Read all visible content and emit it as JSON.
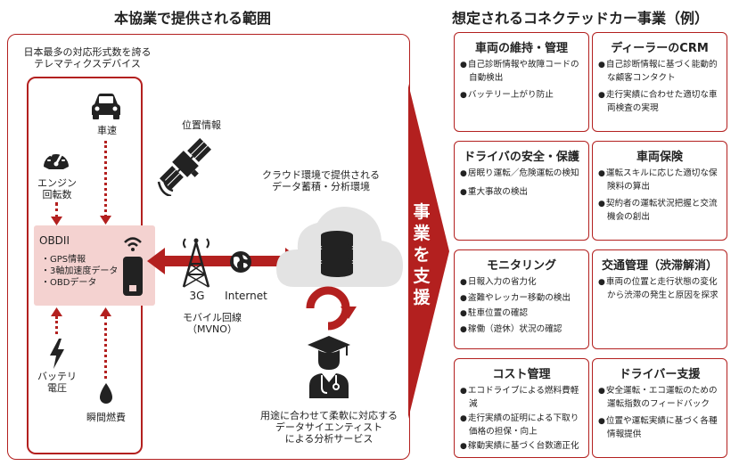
{
  "left_heading": "本協業で提供される範囲",
  "right_heading": "想定されるコネクテッドカー事業（例）",
  "device_note": [
    "日本最多の対応形式数を誇る",
    "テレマティクスデバイス"
  ],
  "sensors": {
    "speed": "車速",
    "engine": [
      "エンジン",
      "回転数"
    ],
    "battery": [
      "バッテリ",
      "電圧"
    ],
    "fuel": "瞬間燃費"
  },
  "obd": {
    "title": "OBDII",
    "items": [
      "・GPS情報",
      "・3軸加速度データ",
      "・OBDデータ"
    ]
  },
  "gps_label": "位置情報",
  "network": {
    "label_3g": "3G",
    "label_internet": "Internet",
    "mobile": [
      "モバイル回線",
      "（MVNO）"
    ]
  },
  "cloud_label": [
    "クラウド環境で提供される",
    "データ蓄積・分析環境"
  ],
  "analyst_label": [
    "用途に合わせて柔軟に対応する",
    "データサイエンティスト",
    "による分析サービス"
  ],
  "arrow_text": "事業を支援",
  "cards": [
    {
      "title": "車両の維持・管理",
      "items": [
        "自己診断情報や故障コードの自動検出",
        "バッテリー上がり防止"
      ]
    },
    {
      "title": "ディーラーのCRM",
      "items": [
        "自己診断情報に基づく能動的な顧客コンタクト",
        "走行実績に合わせた適切な車両検査の実現"
      ]
    },
    {
      "title": "ドライバの安全・保護",
      "items": [
        "居眠り運転／危険運転の検知",
        "重大事故の検出"
      ]
    },
    {
      "title": "車両保険",
      "items": [
        "運転スキルに応じた適切な保険料の算出",
        "契約者の運転状況把握と交流機会の創出"
      ]
    },
    {
      "title": "モニタリング",
      "items": [
        "日報入力の省力化",
        "盗難やレッカー移動の検出",
        "駐車位置の確認",
        "稼働（遊休）状況の確認"
      ]
    },
    {
      "title": "交通管理（渋滞解消）",
      "items": [
        "車両の位置と走行状態の変化から渋滞の発生と原因を探求"
      ]
    },
    {
      "title": "コスト管理",
      "items": [
        "エコドライブによる燃料費軽減",
        "走行実績の証明による下取り価格の担保・向上",
        "稼動実績に基づく台数適正化"
      ]
    },
    {
      "title": "ドライバー支援",
      "items": [
        "安全運転・エコ運転のための運転指数のフィードバック",
        "位置や運転実績に基づく各種情報提供"
      ]
    }
  ]
}
